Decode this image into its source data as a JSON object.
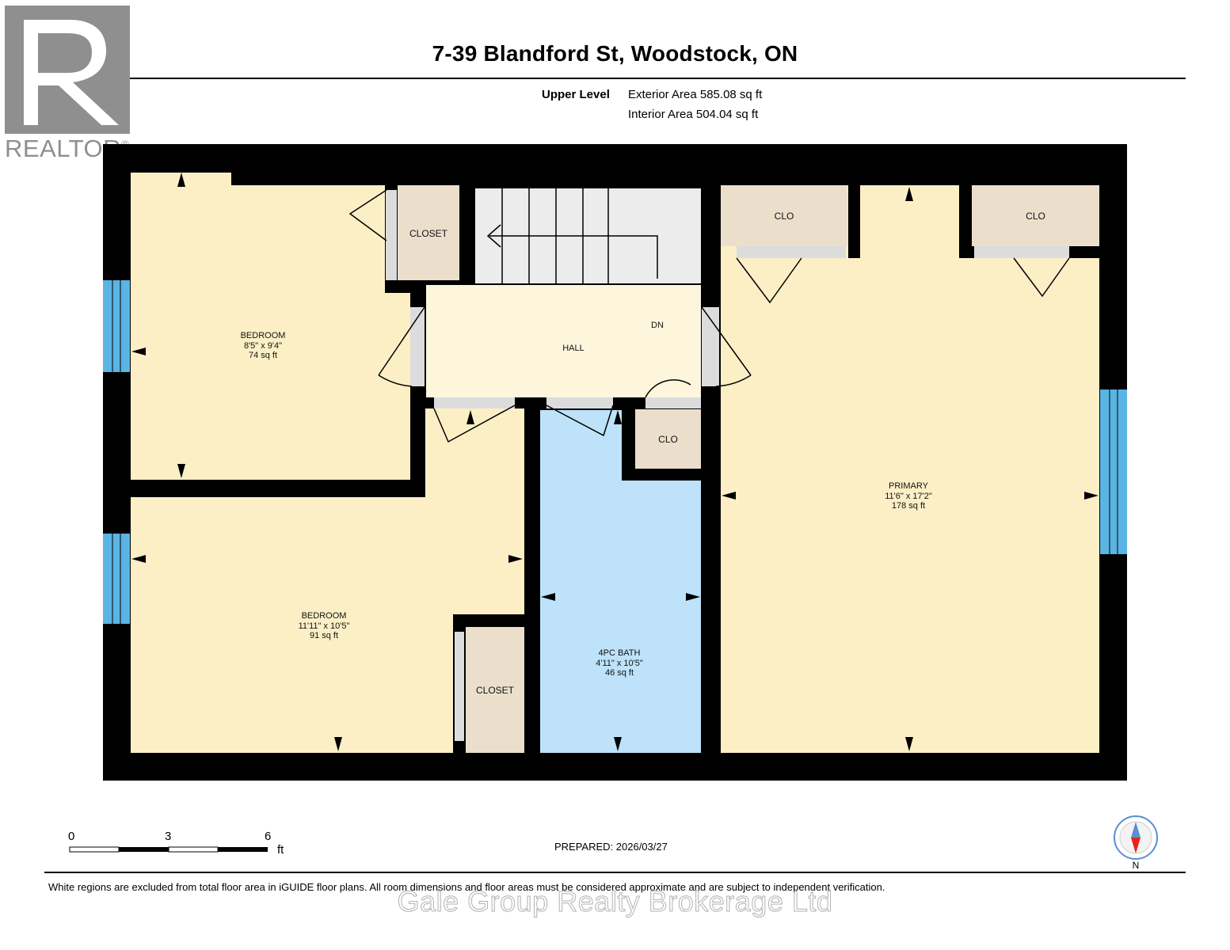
{
  "header": {
    "title": "7-39 Blandford St, Woodstock, ON",
    "level_name": "Upper Level",
    "exterior_area": "Exterior Area 585.08 sq ft",
    "interior_area": "Interior Area 504.04 sq ft"
  },
  "logo": {
    "text": "REALTOR",
    "mark": "®"
  },
  "rooms": {
    "bedroom1": {
      "name": "BEDROOM",
      "dims": "8'5\" x 9'4\"",
      "area": "74 sq ft"
    },
    "bedroom2": {
      "name": "BEDROOM",
      "dims": "11'11\" x 10'5\"",
      "area": "91 sq ft"
    },
    "bath": {
      "name": "4PC BATH",
      "dims": "4'11\" x 10'5\"",
      "area": "46 sq ft"
    },
    "primary": {
      "name": "PRIMARY",
      "dims": "11'6\" x 17'2\"",
      "area": "178 sq ft"
    },
    "hall": {
      "name": "HALL"
    },
    "stairs": {
      "label": "DN"
    },
    "closet1": {
      "name": "CLOSET"
    },
    "closet2": {
      "name": "CLOSET"
    },
    "clo_hall": {
      "name": "CLO"
    },
    "clo_primary_left": {
      "name": "CLO"
    },
    "clo_primary_right": {
      "name": "CLO"
    }
  },
  "scale": {
    "ticks": [
      "0",
      "3",
      "6"
    ],
    "unit": "ft"
  },
  "compass": {
    "label": "N"
  },
  "prepared": "PREPARED: 2026/03/27",
  "footer_note": "White regions are excluded from total floor area in iGUIDE floor plans. All room dimensions and floor areas must be considered approximate and are subject to independent verification.",
  "watermark": "Gale Group Realty Brokerage Ltd",
  "colors": {
    "wall": "#000000",
    "bedroom_fill": "#fcefc6",
    "bath_fill": "#bde2f9",
    "hall_fill": "#fdf6dc",
    "closet_fill": "#ebdfcc",
    "stairs_fill": "#ececec",
    "window": "#5ab4e4",
    "compass_needle": "#e8231e"
  }
}
